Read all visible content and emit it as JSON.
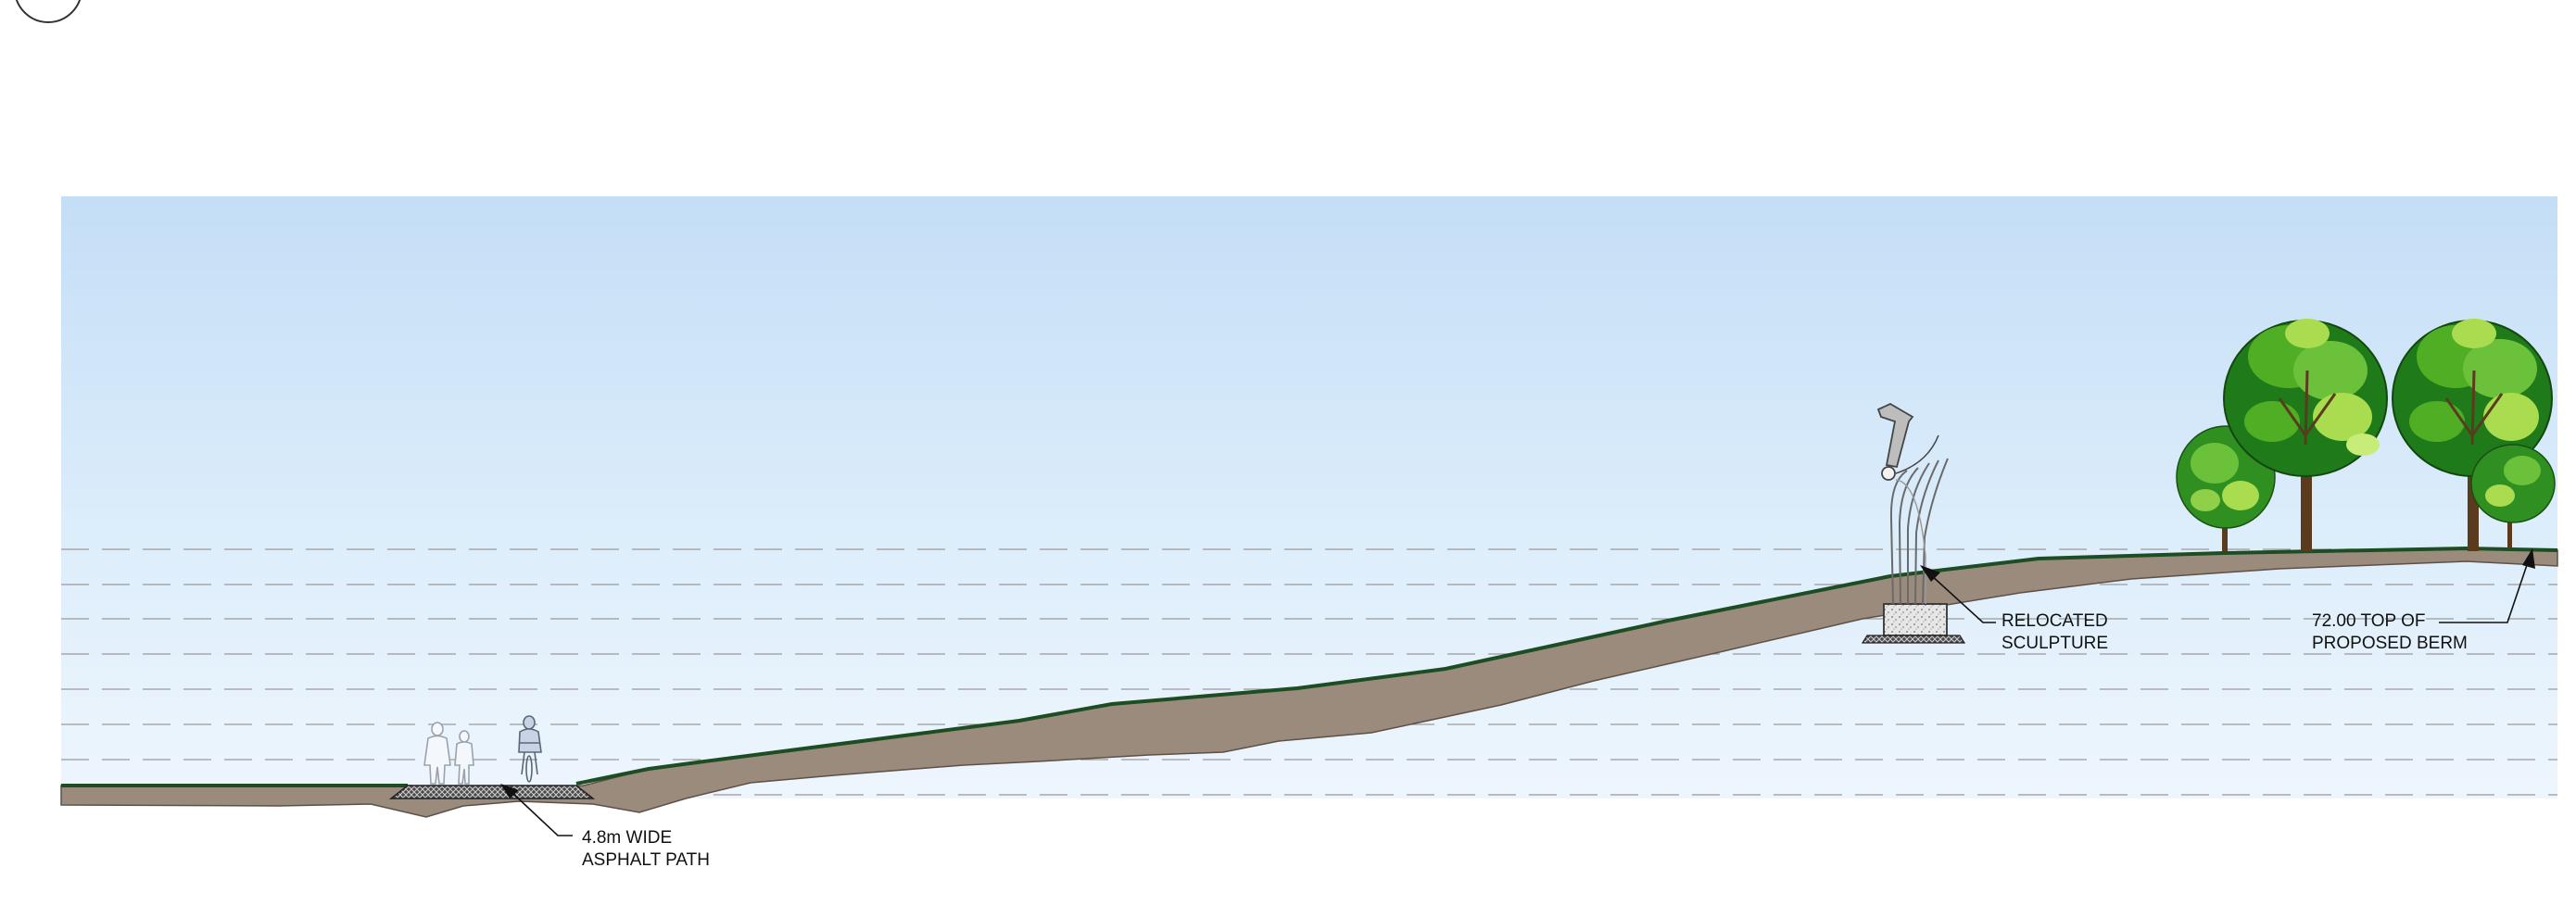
{
  "section": {
    "callouts": {
      "asphalt_path": {
        "line1": "4.8m WIDE",
        "line2": "ASPHALT PATH"
      },
      "sculpture": {
        "line1": "RELOCATED",
        "line2": "SCULPTURE"
      },
      "berm": {
        "line1": "72.00 TOP OF",
        "line2": "PROPOSED BERM"
      }
    }
  },
  "colors": {
    "sky_top": "#c6e0f7",
    "sky_bottom": "#eef6fd",
    "soil": "#9b8b7d",
    "grass_line": "#1d4d22",
    "tree_dark": "#1f7a1a",
    "tree_mid": "#4fae24",
    "tree_light": "#a9dc4f",
    "trunk": "#5a3b1e",
    "elevation_line": "#9a9a9a"
  },
  "icons": {
    "pedestrians": "pedestrians-icon",
    "cyclist": "cyclist-icon",
    "sculpture": "sculpture-icon",
    "trees": "deciduous-tree-icon"
  }
}
